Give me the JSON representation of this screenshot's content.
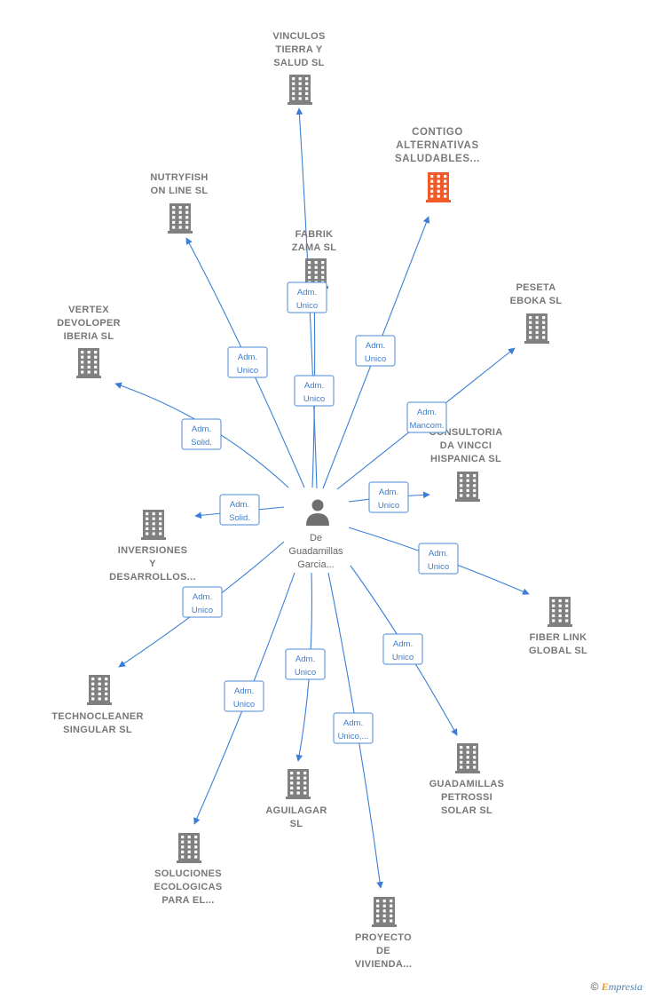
{
  "center": {
    "name_lines": [
      "De",
      "Guadamillas",
      "Garcia..."
    ],
    "icon": "person-icon"
  },
  "companies": [
    {
      "id": "vinculos",
      "lines": [
        "VINCULOS",
        "TIERRA Y",
        "SALUD  SL"
      ],
      "icon": "building-icon",
      "relation": [
        "Adm.",
        "Unico"
      ],
      "highlight": false
    },
    {
      "id": "contigo",
      "lines": [
        "CONTIGO",
        "ALTERNATIVAS",
        "SALUDABLES..."
      ],
      "icon": "building-icon",
      "relation": [
        "Adm.",
        "Unico"
      ],
      "highlight": true
    },
    {
      "id": "nutryfish",
      "lines": [
        "NUTRYFISH",
        "ON LINE SL"
      ],
      "icon": "building-icon",
      "relation": [
        "Adm.",
        "Unico"
      ],
      "highlight": false
    },
    {
      "id": "fabrik",
      "lines": [
        "FABRIK",
        "ZAMA SL"
      ],
      "icon": "building-icon",
      "relation": [
        "Adm.",
        "Unico"
      ],
      "highlight": false
    },
    {
      "id": "peseta",
      "lines": [
        "PESETA",
        "EBOKA SL"
      ],
      "icon": "building-icon",
      "relation": [
        "Adm.",
        "Mancom."
      ],
      "highlight": false
    },
    {
      "id": "vertex",
      "lines": [
        "VERTEX",
        "DEVOLOPER",
        "IBERIA  SL"
      ],
      "icon": "building-icon",
      "relation": [
        "Adm.",
        "Solid."
      ],
      "highlight": false
    },
    {
      "id": "consultoria",
      "lines": [
        "CONSULTORIA",
        "DA VINCCI",
        "HISPANICA SL"
      ],
      "icon": "building-icon",
      "relation": [
        "Adm.",
        "Unico"
      ],
      "highlight": false
    },
    {
      "id": "inversiones",
      "lines": [
        "INVERSIONES",
        "Y",
        "DESARROLLOS..."
      ],
      "icon": "building-icon",
      "relation": [
        "Adm.",
        "Solid."
      ],
      "highlight": false
    },
    {
      "id": "fiberlink",
      "lines": [
        "FIBER LINK",
        "GLOBAL  SL"
      ],
      "icon": "building-icon",
      "relation": [
        "Adm.",
        "Unico"
      ],
      "highlight": false
    },
    {
      "id": "technocleaner",
      "lines": [
        "TECHNOCLEANER",
        "SINGULAR  SL"
      ],
      "icon": "building-icon",
      "relation": [
        "Adm.",
        "Unico"
      ],
      "highlight": false
    },
    {
      "id": "guadamillas",
      "lines": [
        "GUADAMILLAS",
        "PETROSSI",
        "SOLAR  SL"
      ],
      "icon": "building-icon",
      "relation": [
        "Adm.",
        "Unico"
      ],
      "highlight": false
    },
    {
      "id": "aguilagar",
      "lines": [
        "AGUILAGAR",
        "SL"
      ],
      "icon": "building-icon",
      "relation": [
        "Adm.",
        "Unico"
      ],
      "highlight": false
    },
    {
      "id": "soluciones",
      "lines": [
        "SOLUCIONES",
        "ECOLOGICAS",
        "PARA EL..."
      ],
      "icon": "building-icon",
      "relation": [
        "Adm.",
        "Unico"
      ],
      "highlight": false
    },
    {
      "id": "proyecto",
      "lines": [
        "PROYECTO",
        "DE",
        "VIVIENDA..."
      ],
      "icon": "building-icon",
      "relation": [
        "Adm.",
        "Unico,..."
      ],
      "highlight": false
    }
  ],
  "colors": {
    "edge": "#3a7fd5",
    "node": "#808080",
    "highlight": "#f05a28",
    "label_box_border": "#4a8ad6"
  },
  "footer": {
    "copyright": "©",
    "brand_first": "E",
    "brand_rest": "mpresia"
  }
}
